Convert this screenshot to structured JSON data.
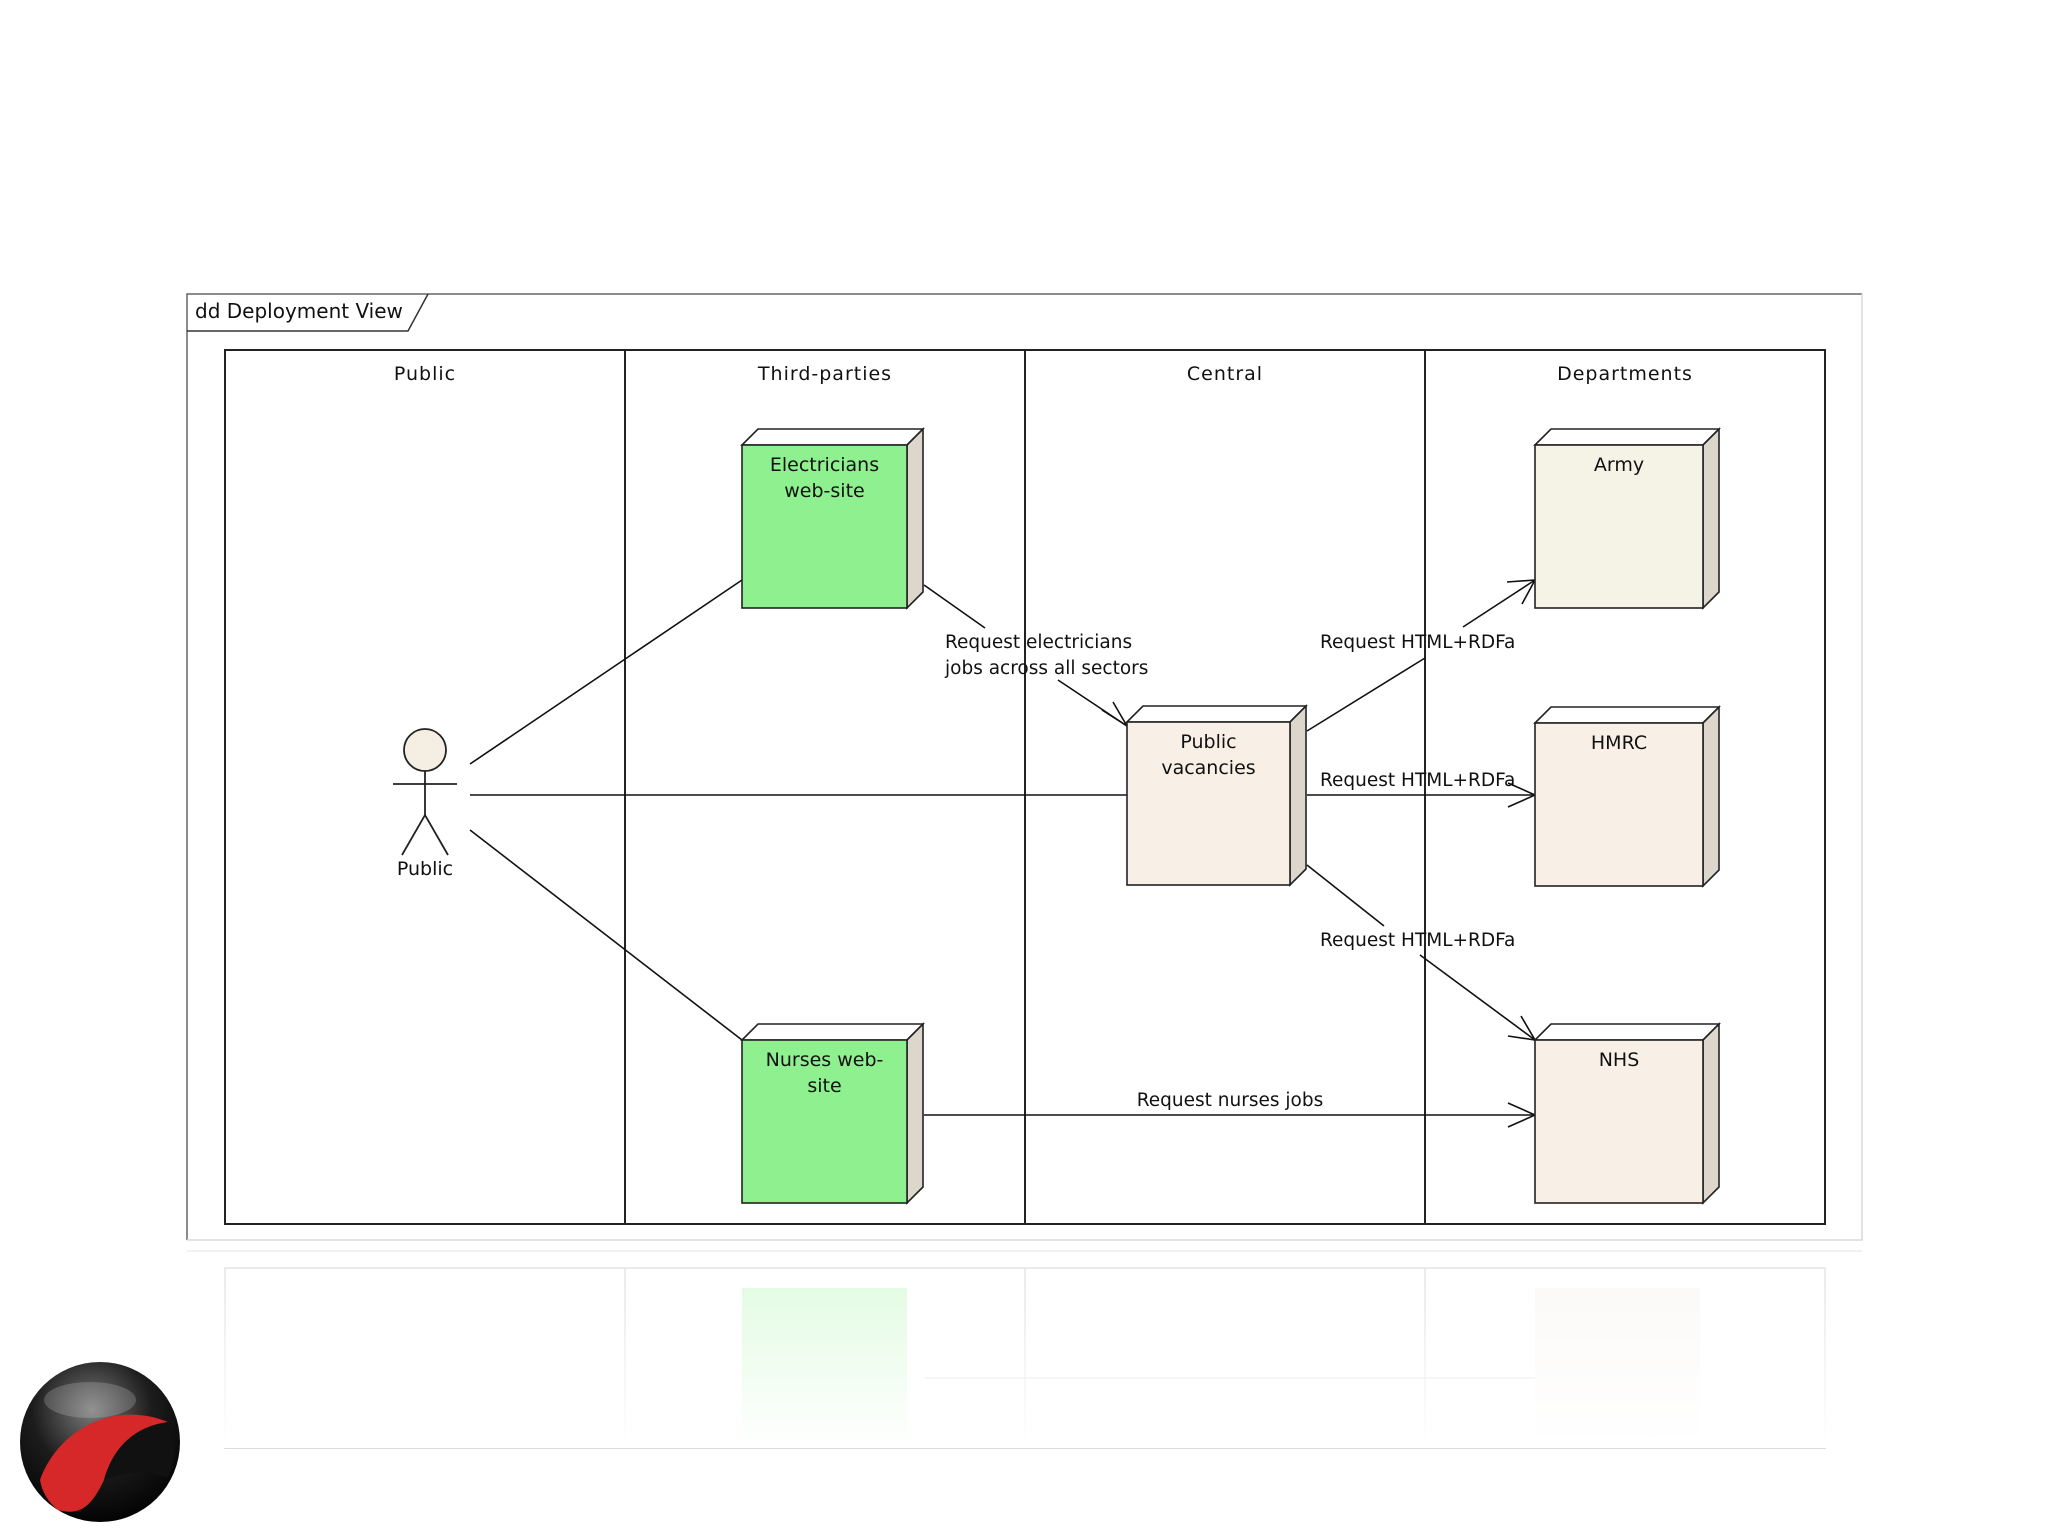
{
  "frame": {
    "title": "dd Deployment View"
  },
  "lanes": [
    {
      "id": "public",
      "title": "Public"
    },
    {
      "id": "third",
      "title": "Third-parties"
    },
    {
      "id": "central",
      "title": "Central"
    },
    {
      "id": "departments",
      "title": "Departments"
    }
  ],
  "actor": {
    "label": "Public"
  },
  "nodes": {
    "electricians": {
      "lines": [
        "Electricians",
        "web-site"
      ],
      "color": "#8ef08e"
    },
    "nurses": {
      "lines": [
        "Nurses web-",
        "site"
      ],
      "color": "#8ef08e"
    },
    "vacancies": {
      "lines": [
        "Public",
        "vacancies"
      ],
      "color": "#f8f0e6"
    },
    "army": {
      "lines": [
        "Army"
      ],
      "color": "#f5f2e6"
    },
    "hmrc": {
      "lines": [
        "HMRC"
      ],
      "color": "#f8f0e6"
    },
    "nhs": {
      "lines": [
        "NHS"
      ],
      "color": "#f8f0e6"
    }
  },
  "edges": {
    "electricians_req": [
      "Request electricians",
      "jobs across all sectors"
    ],
    "army_req": "Request HTML+RDFa",
    "hmrc_req": "Request HTML+RDFa",
    "nhs_req": "Request HTML+RDFa",
    "nurses_req": "Request nurses jobs"
  }
}
